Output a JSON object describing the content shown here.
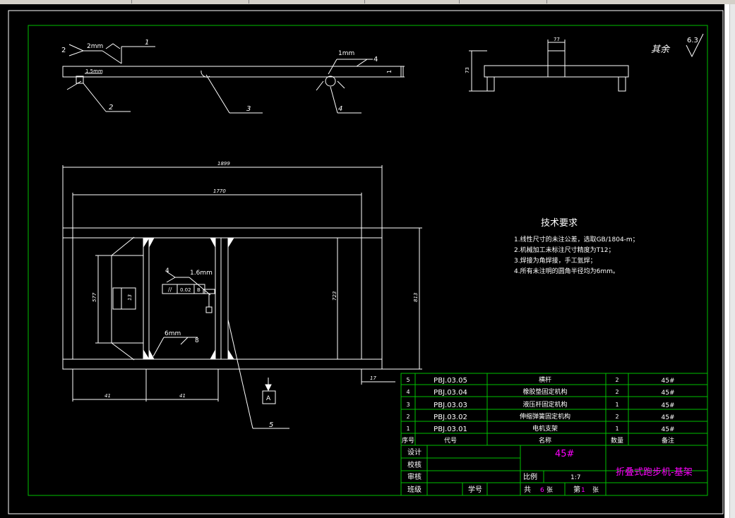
{
  "colors": {
    "background": "#000000",
    "border": "#00c000",
    "lines": "#ffffff",
    "accent": "#ff00ff",
    "ui_bar": "#d4d0c8"
  },
  "surface_note": "其余",
  "roughness": "6.3",
  "welds": {
    "w_top_left_size": "2mm",
    "w_top_left_code": "2",
    "w_top_right_size": "1mm",
    "w_top_right_code": "4",
    "w_mid_size": "1.6mm",
    "w_mid_code": "4",
    "w_bottom_size": "6mm",
    "w_bottom_code": "8",
    "w_small_size": "1.5mm"
  },
  "balloons": {
    "b1": "1",
    "b2": "2",
    "b3": "3",
    "b4": "4",
    "b5": "5"
  },
  "datum": "A",
  "tolerance": {
    "symbol": "//",
    "value": "0.02",
    "datum": "B"
  },
  "dimensions": {
    "overall_length": "1899",
    "inner_length": "1770",
    "height_right": "813",
    "height_inner": "723",
    "height_left": "577",
    "depth_small": "13",
    "left_offset": "41",
    "mid_offset": "41",
    "right_offset": "17",
    "thk": "1",
    "side_height": "73",
    "side_width": "77"
  },
  "tech_requirements": {
    "title": "技术要求",
    "items": [
      "1.线性尺寸的未注公差，选取GB/1804-m；",
      "2.机械加工未标注尺寸精度为T12；",
      "3.焊接为角焊接，手工氩焊；",
      "4.所有未注明的圆角半径均为6mm。"
    ]
  },
  "bom": {
    "headers": {
      "no": "序号",
      "code": "代号",
      "name": "名称",
      "qty": "数量",
      "remark": "备注"
    },
    "rows": [
      {
        "no": "5",
        "code": "PBJ.03.05",
        "name": "横杆",
        "qty": "2",
        "remark": "45#"
      },
      {
        "no": "4",
        "code": "PBJ.03.04",
        "name": "橡胶垫固定机构",
        "qty": "2",
        "remark": "45#"
      },
      {
        "no": "3",
        "code": "PBJ.03.03",
        "name": "液压杆固定机构",
        "qty": "1",
        "remark": "45#"
      },
      {
        "no": "2",
        "code": "PBJ.03.02",
        "name": "伸缩弹簧固定机构",
        "qty": "2",
        "remark": "45#"
      },
      {
        "no": "1",
        "code": "PBJ.03.01",
        "name": "电机支架",
        "qty": "1",
        "remark": "45#"
      }
    ]
  },
  "title_block": {
    "design": "设计",
    "check": "校核",
    "review": "审核",
    "class": "班级",
    "student_no": "学号",
    "material": "45#",
    "scale_label": "比例",
    "scale": "1:7",
    "total_label": "共",
    "total": "6",
    "sheet_unit": "张",
    "page_label": "第",
    "page": "1",
    "page_unit": "张",
    "drawing_title": "折叠式跑步机-基架"
  }
}
